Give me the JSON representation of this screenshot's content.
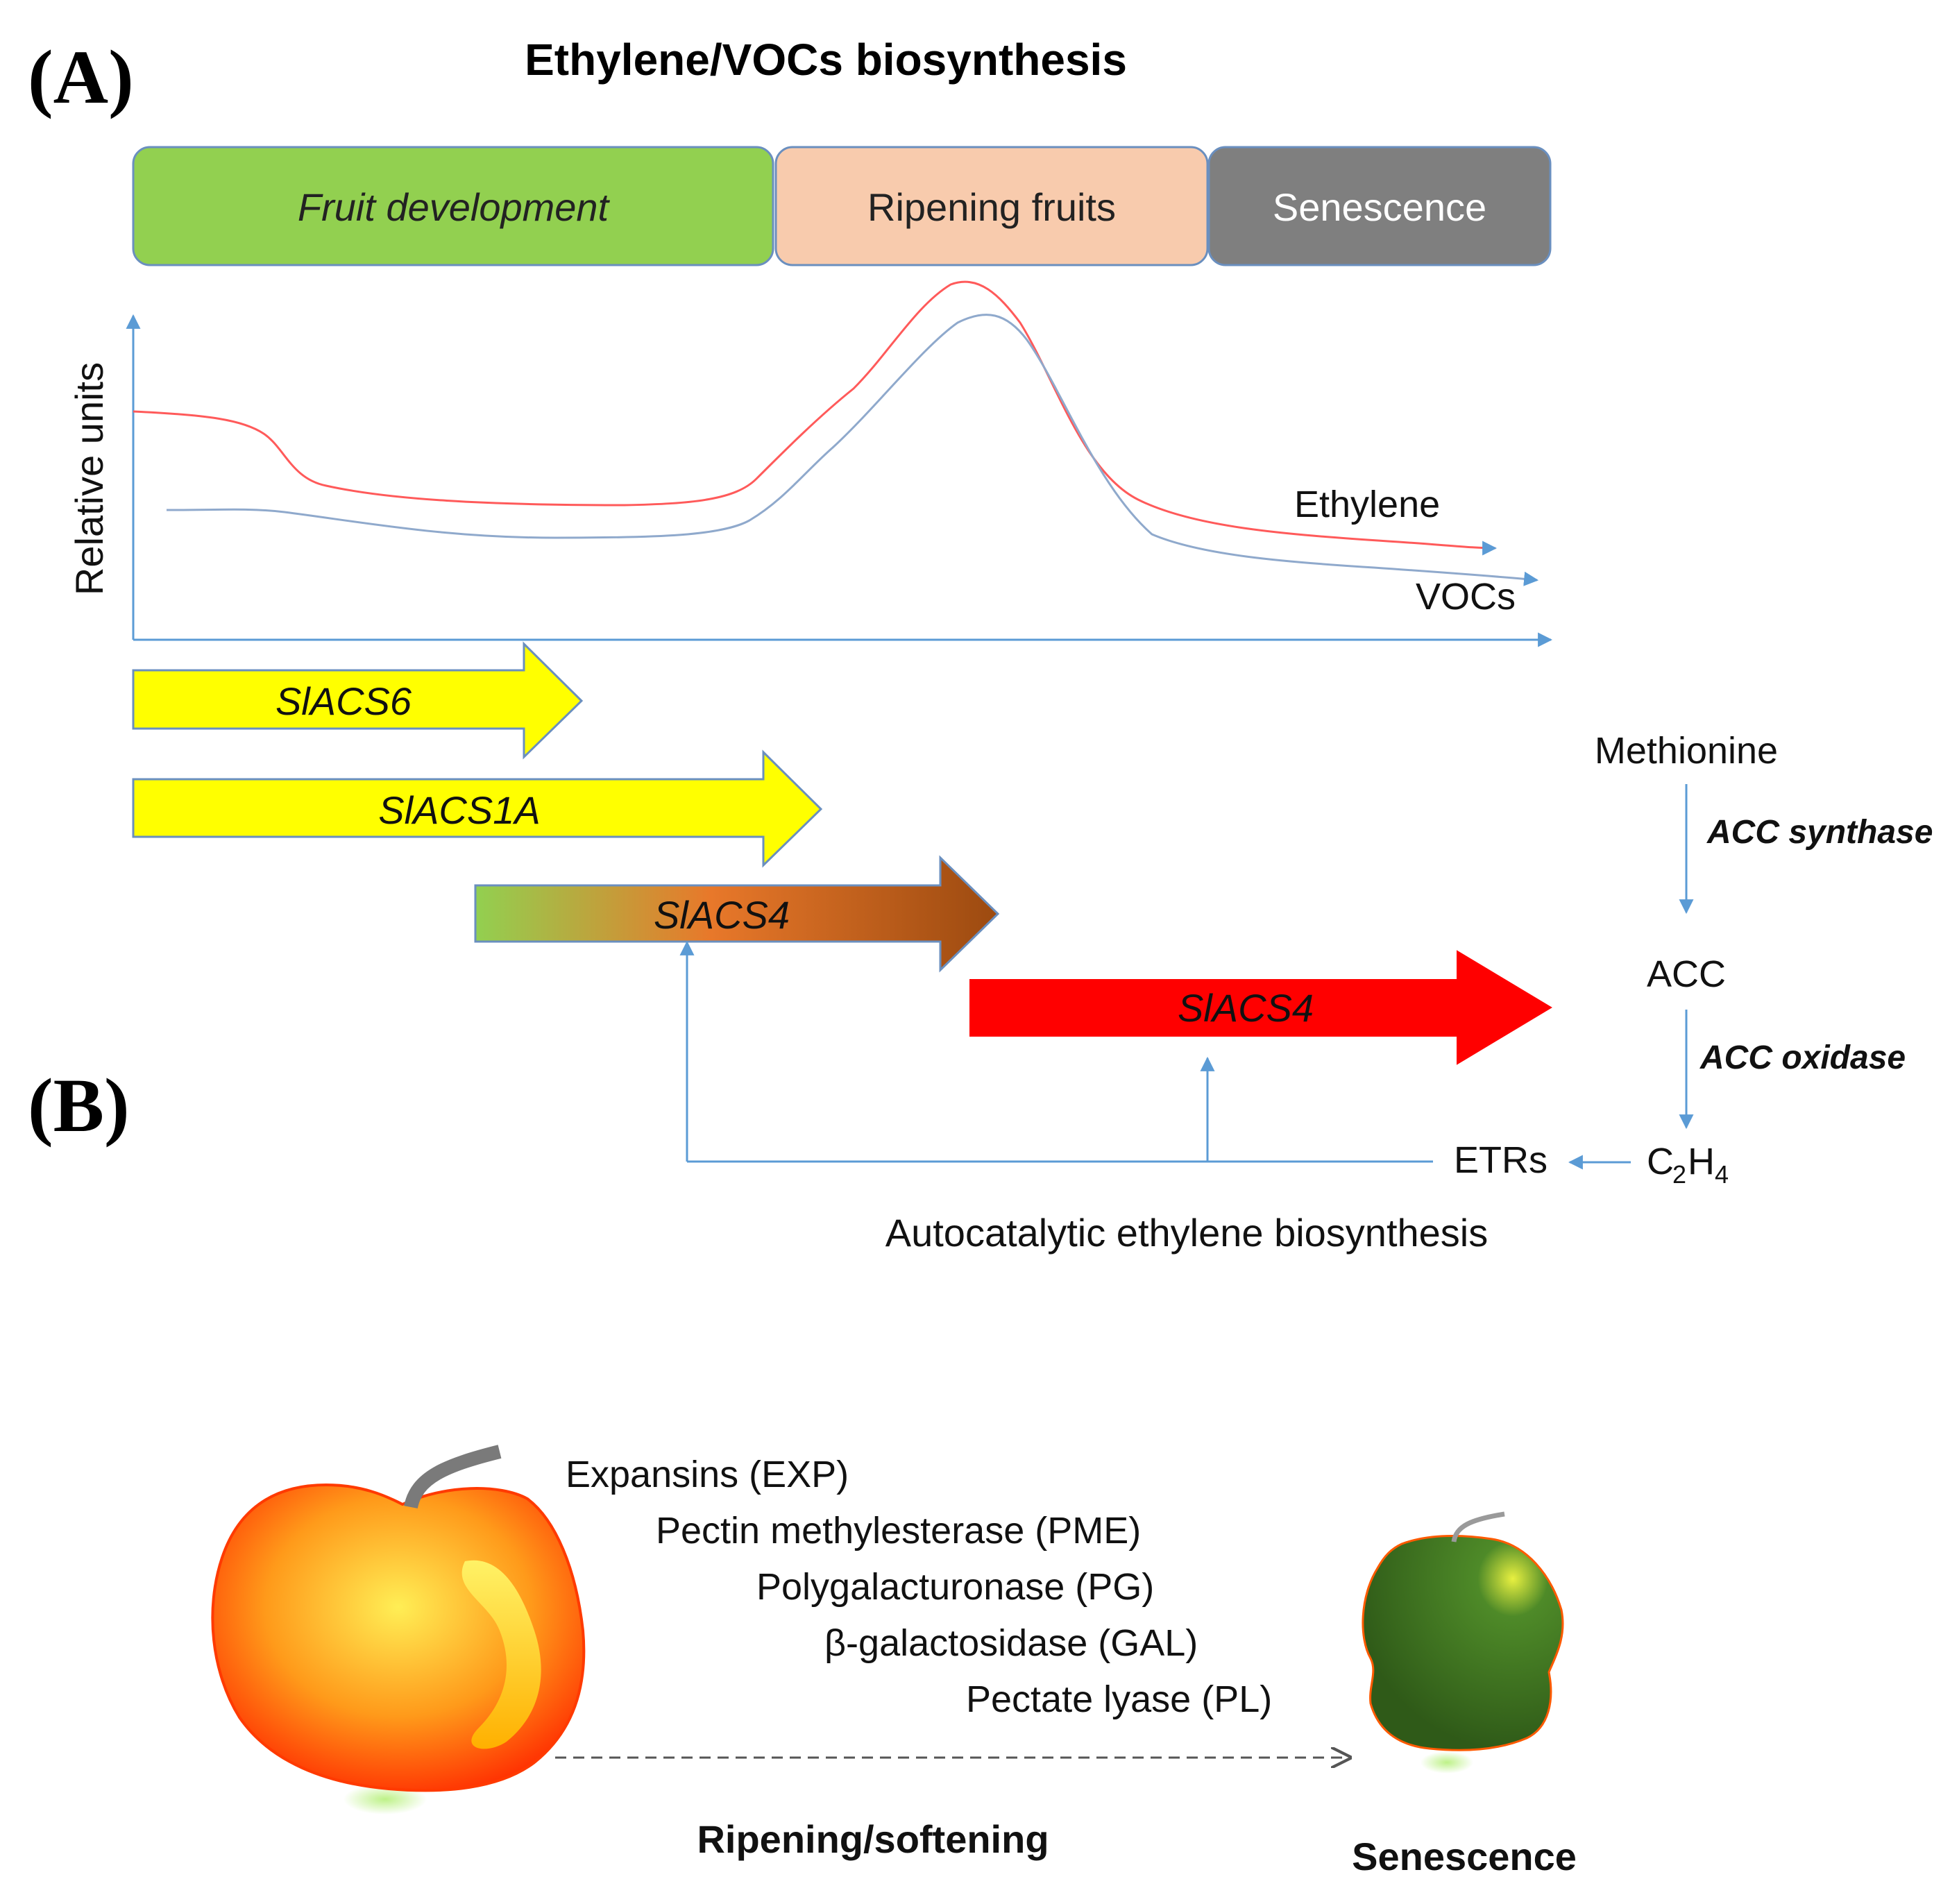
{
  "panel_a_label": "(A)",
  "panel_b_label": "(B)",
  "title": "Ethylene/VOCs biosynthesis",
  "stages": [
    {
      "label": "Fruit development",
      "color": "#92d050"
    },
    {
      "label": "Ripening fruits",
      "color": "#f8cbad"
    },
    {
      "label": "Senescence",
      "color": "#7f7f7f"
    }
  ],
  "chart": {
    "ylabel": "Relative units",
    "series": [
      {
        "name": "Ethylene",
        "color": "#ff5a5a"
      },
      {
        "name": "VOCs",
        "color": "#8fa9cc"
      }
    ]
  },
  "genes": [
    "SlACS6",
    "SlACS1A",
    "SlACS4",
    "SlACS4"
  ],
  "pathway": {
    "methionine": "Methionine",
    "enzyme1": "ACC synthase",
    "acc": "ACC",
    "enzyme2": "ACC oxidase",
    "c2h4_main": "C",
    "c2h4_sub1": "2",
    "c2h4_h": "H",
    "c2h4_sub2": "4",
    "etrs": "ETRs",
    "autocatalytic": "Autocatalytic ethylene biosynthesis"
  },
  "enzymes": [
    "Expansins (EXP)",
    "Pectin methylesterase (PME)",
    "Polygalacturonase (PG)",
    "β-galactosidase  (GAL)",
    "Pectate lyase (PL)"
  ],
  "process_label": "Ripening/softening",
  "senescence_label": "Senescence",
  "colors": {
    "axis": "#5b9bd5",
    "gene_yellow": "#ffff00",
    "gene_red": "#ff0000",
    "gradient_start": "#92d050",
    "gradient_mid": "#e8782a",
    "gradient_end": "#9c4a10",
    "apple_red": "#ff2a00",
    "apple_yellow": "#ffee55",
    "old_apple_green": "#3d6e1e"
  }
}
